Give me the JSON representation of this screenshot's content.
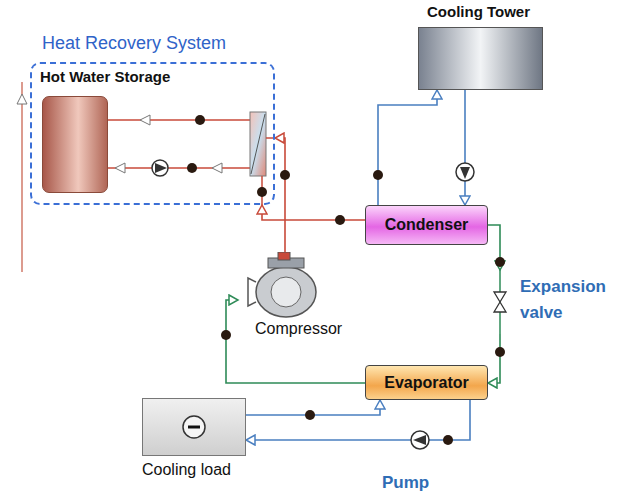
{
  "diagram": {
    "nodes": [
      {
        "text": [
          "Heat Recovery System"
        ]
      },
      {
        "text": [
          "Hot Water Storage"
        ],
        "in": 0
      },
      {
        "text": [
          "Cooling Tower"
        ]
      },
      {
        "text": [
          "Condenser"
        ]
      },
      {
        "text": [
          "Compressor"
        ]
      },
      {
        "text": [
          "Evaporator"
        ]
      },
      {
        "text": [
          "Cooling load"
        ]
      },
      {
        "text": [
          "Expansion valve"
        ]
      }
    ],
    "edges": [
      {
        "from": 2,
        "to": 3,
        "arrow": "to"
      },
      {
        "from": 3,
        "to": 2,
        "arrow": "to"
      },
      {
        "from": 3,
        "to": 7,
        "arrow": "to"
      },
      {
        "from": 7,
        "to": 5,
        "arrow": "to"
      },
      {
        "from": 5,
        "to": 4,
        "arrow": "to"
      },
      {
        "from": 4,
        "to": 0,
        "arrow": "to"
      },
      {
        "from": 3,
        "to": 0,
        "arrow": "to"
      },
      {
        "from": 6,
        "to": 5,
        "arrow": "to"
      },
      {
        "from": 5,
        "to": 6,
        "arrow": "to"
      }
    ],
    "labels": [
      "Pump"
    ]
  }
}
